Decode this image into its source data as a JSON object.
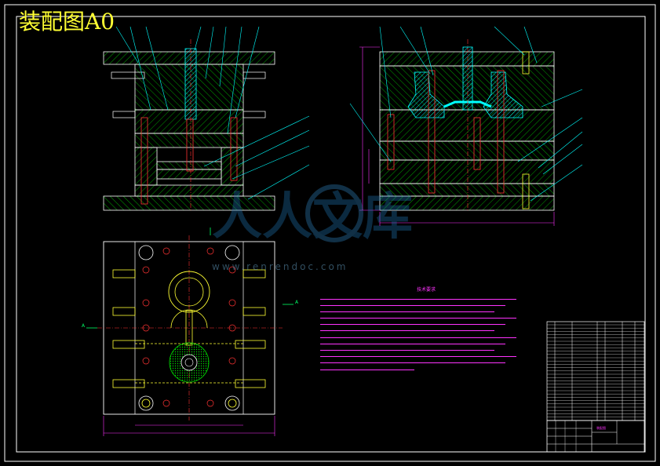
{
  "sheet_title": "装配图A0",
  "watermark": {
    "brand_text": "人人文库",
    "url_text": "www.renrendoc.com",
    "logo_icon": "renrendoc-logo-icon"
  },
  "section_labels": {
    "section_a_left": "A",
    "section_a_right": "A"
  },
  "tech_requirements": {
    "title": "技术要求",
    "lines": [
      "",
      "",
      "",
      "",
      "",
      "",
      "",
      "",
      "",
      "",
      "",
      ""
    ]
  },
  "title_block": {
    "drawing_label": "装配图"
  },
  "colors": {
    "background": "#000000",
    "frame": "#ffffff",
    "outline": "#ffffff",
    "hatch": "#00cc00",
    "runner": "#00ffff",
    "leader": "#00ffff",
    "dimension": "#ff00ff",
    "center_line": "#ff3333",
    "part_yellow": "#ffff33",
    "title_text": "#ffff33"
  }
}
